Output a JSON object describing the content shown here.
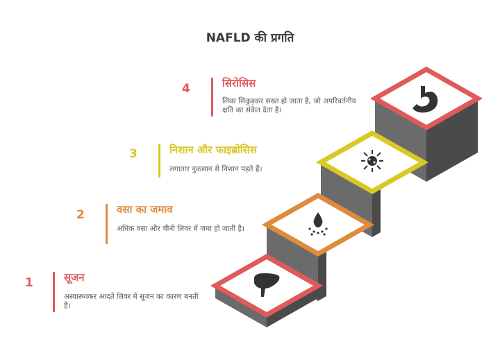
{
  "title": "NAFLD की प्रगति",
  "stages": [
    {
      "number": "1",
      "title": "सूजन",
      "description": "अस्वास्थ्यकर आदतें लिवर में सूजन का कारण बनती हैं।",
      "color": "#e05a5a",
      "icon": "liver-icon"
    },
    {
      "number": "2",
      "title": "वसा का जमाव",
      "description": "अधिक वसा और चीनी लिवर में जमा हो जाती है।",
      "color": "#e08a3c",
      "icon": "fat-droplet-icon"
    },
    {
      "number": "3",
      "title": "निशान और फाइब्रोसिस",
      "description": "लगातार नुकसान से निशान पड़ते हैं।",
      "color": "#d9c826",
      "icon": "fibrosis-icon"
    },
    {
      "number": "4",
      "title": "सिरोसिस",
      "description": "लिवर सिकुड़कर सख्त हो जाता है, जो अपरिवर्तनीय क्षति का संकेत देता है।",
      "color": "#e05a5a",
      "icon": "stomach-icon"
    }
  ]
}
